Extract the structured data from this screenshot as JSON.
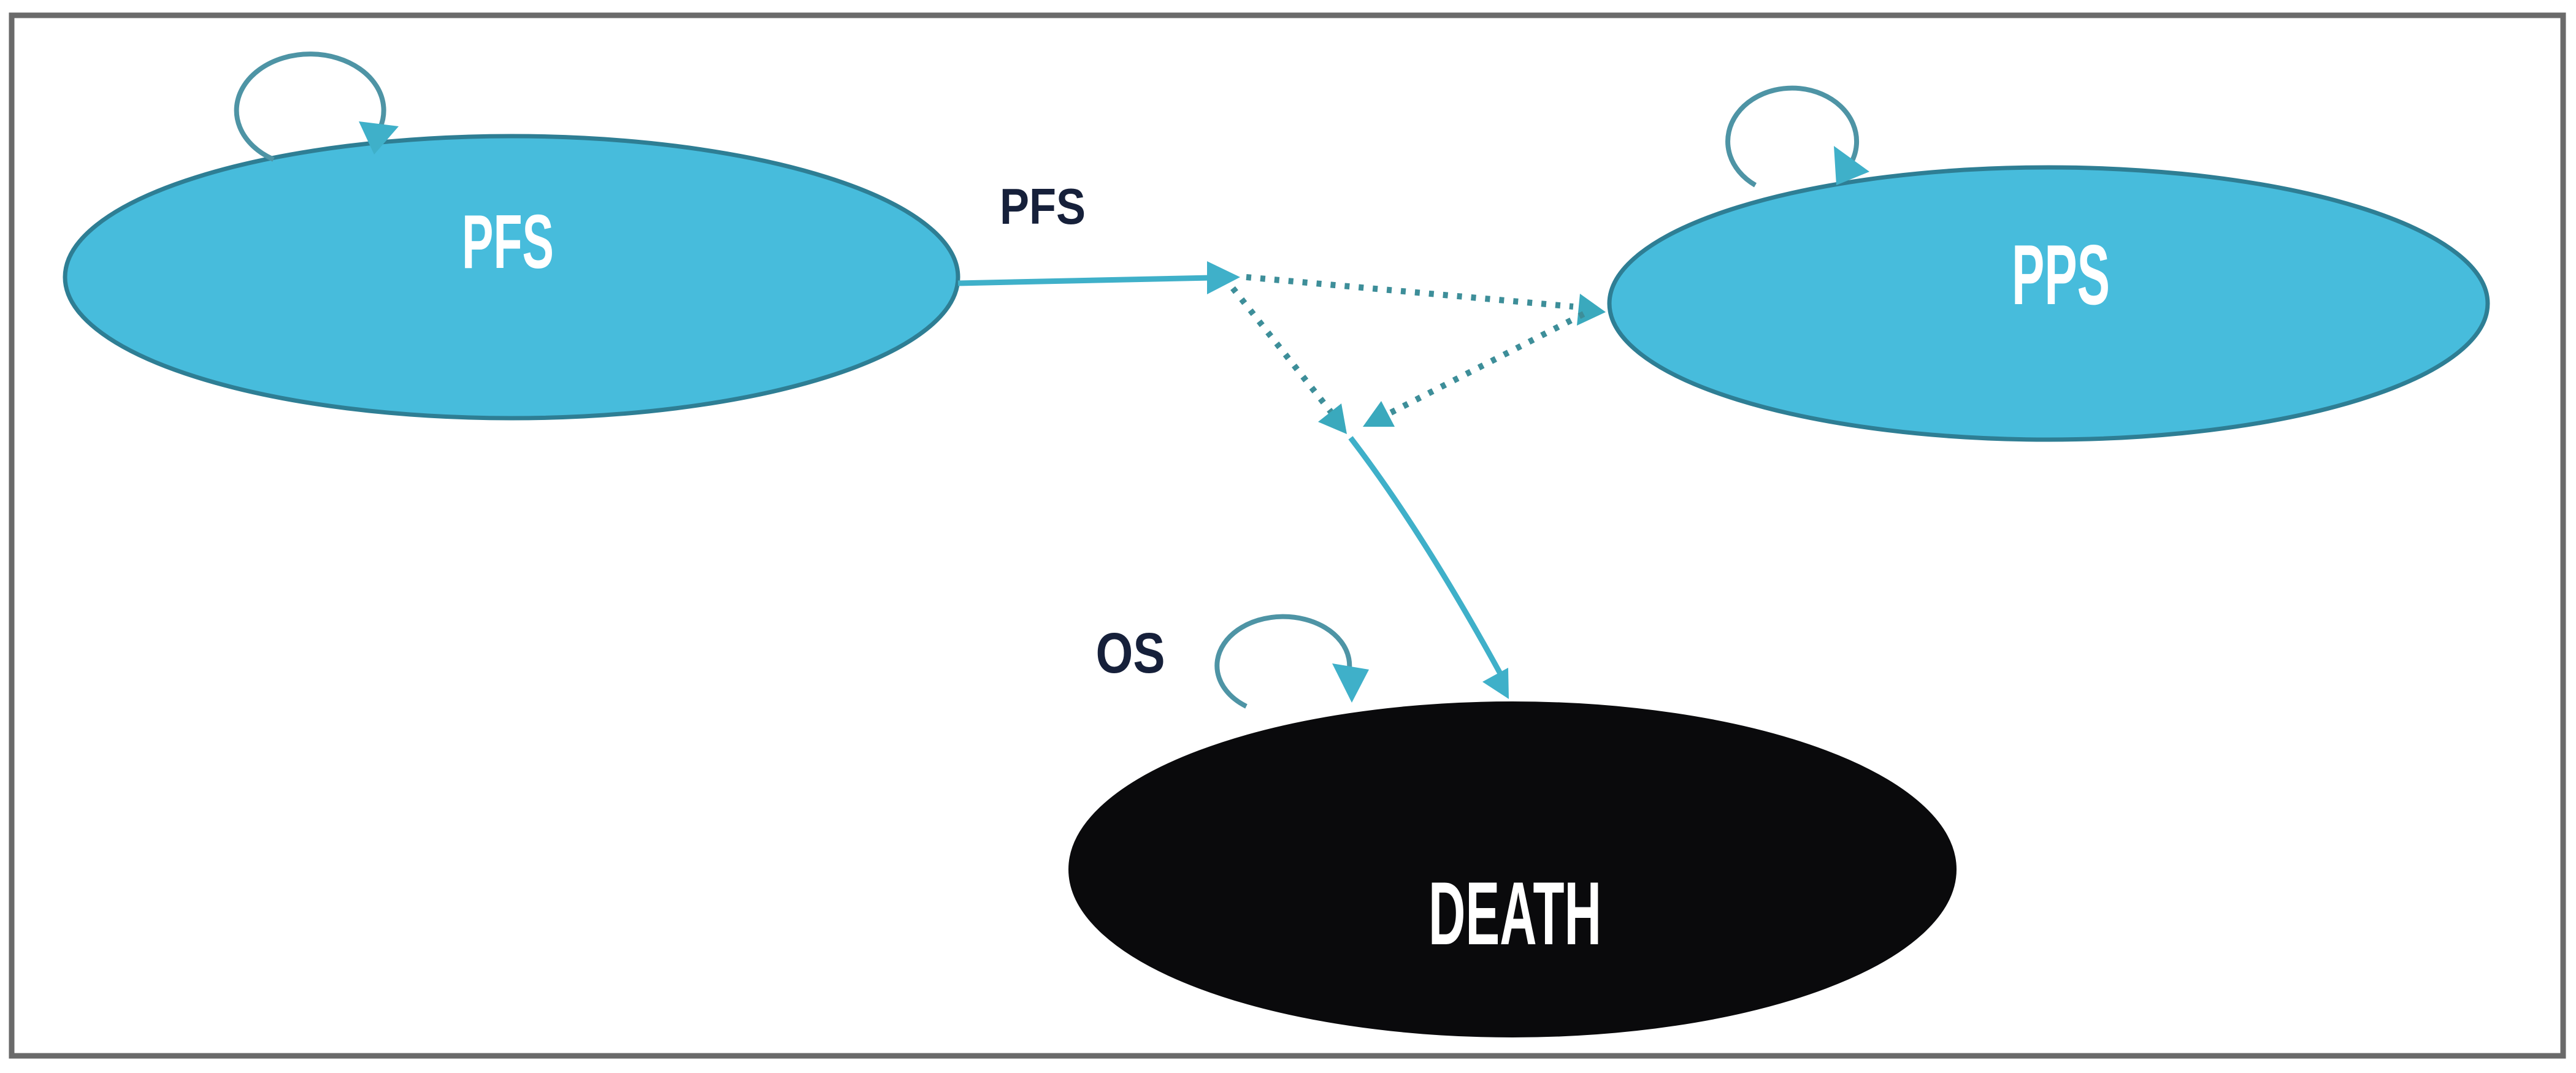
{
  "figure": {
    "description": "Three-state partitioned survival / Markov model diagram"
  },
  "states": {
    "pfs": {
      "label": "PFS",
      "fill": "#47bcdc",
      "stroke": "#2e7e94",
      "text_color": "#ffffff"
    },
    "pps": {
      "label": "PPS",
      "fill": "#47bcdc",
      "stroke": "#2e7e94",
      "text_color": "#ffffff"
    },
    "death": {
      "label": "DEATH",
      "fill": "#0a0a0c",
      "stroke": "#0a0a0c",
      "text_color": "#ffffff"
    }
  },
  "transition_labels": {
    "pfs_arrow": {
      "label": "PFS",
      "color": "#16203a"
    },
    "os_loop": {
      "label": "OS",
      "color": "#16203a"
    }
  },
  "colors": {
    "arrow_solid": "#3fb0c9",
    "arrow_dotted": "#3d8e99",
    "self_loop": "#4e94a5",
    "frame": "#6a6a6a",
    "background": "#ffffff"
  }
}
